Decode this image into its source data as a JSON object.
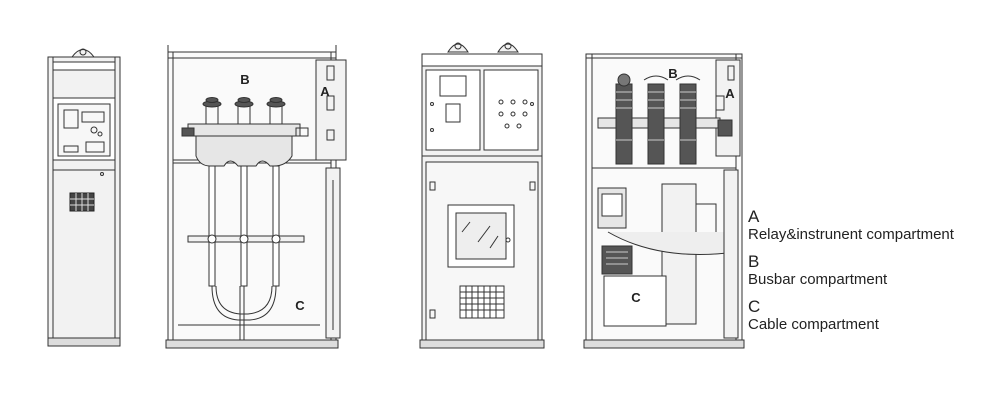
{
  "diagram": {
    "views": {
      "front_narrow": {
        "nameplate": ""
      },
      "side_section": {
        "label_a": "A",
        "label_b": "B",
        "label_c": "C"
      },
      "front_wide": {
        "nameplate": ""
      },
      "cutaway": {
        "label_a": "A",
        "label_b": "B",
        "label_c": "C"
      }
    },
    "colors": {
      "line": "#333333",
      "cabinet_fill": "#f2f2f2",
      "inner_fill": "#e6e6e6",
      "dark_part": "#555555"
    }
  },
  "legend": {
    "items": [
      {
        "letter": "A",
        "description": "Relay&instrunent compartment"
      },
      {
        "letter": "B",
        "description": "Busbar compartment"
      },
      {
        "letter": "C",
        "description": "Cable compartment"
      }
    ]
  }
}
